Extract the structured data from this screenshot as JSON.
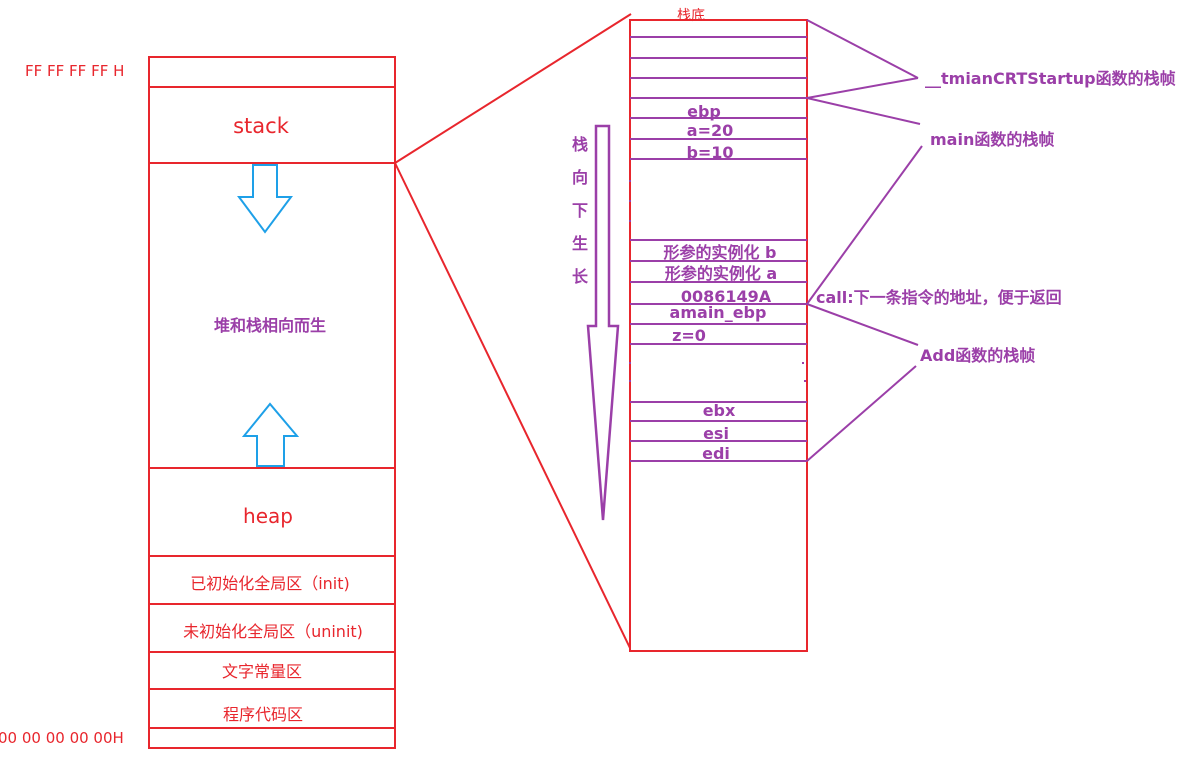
{
  "left_memory": {
    "addr_high": "FF FF FF FF H",
    "addr_low": "00 00 00 00 00H",
    "stack_label": "stack",
    "middle_label": "堆和栈相向而生",
    "heap_label": "heap",
    "init_label": "已初始化全局区（init)",
    "uninit_label": "未初始化全局区（uninit)",
    "const_label": "文字常量区",
    "code_label": "程序代码区"
  },
  "right_stack": {
    "bottom_label": "栈底",
    "growth_label": [
      "栈",
      "向",
      "下",
      "生",
      "长"
    ],
    "cells": {
      "ebp": "ebp",
      "a": "a=20",
      "b": "b=10",
      "param_b": "形参的实例化 b",
      "param_a": "形参的实例化 a",
      "ret_addr": "0086149A",
      "main_ebp": "amain_ebp",
      "z": "z=0",
      "ebx": "ebx",
      "esi": "esi",
      "edi": "edi"
    }
  },
  "annotations": {
    "tmain_frame": "__tmianCRTStartup函数的栈帧",
    "main_frame": "main函数的栈帧",
    "call_note": "call:下一条指令的地址，便于返回",
    "add_frame": "Add函数的栈帧"
  },
  "colors": {
    "red": "#e8262d",
    "purple": "#9b3fa8",
    "blue_arrow": "#1ea0e8"
  }
}
